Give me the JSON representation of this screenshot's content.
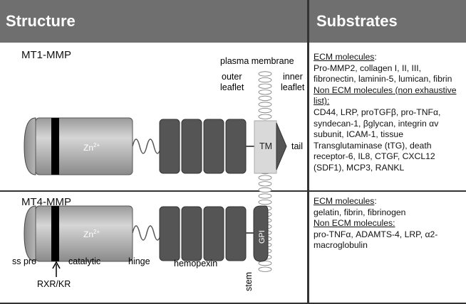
{
  "header": {
    "structure": "Structure",
    "substrates": "Substrates"
  },
  "mt1": {
    "name": "MT1-MMP",
    "membrane_label": "plasma membrane",
    "outer_leaflet": [
      "outer",
      "leaflet"
    ],
    "inner_leaflet": [
      "inner",
      "leaflet"
    ],
    "zinc": "Zn",
    "zinc_sup": "2+",
    "tm": "TM",
    "tail": "tail"
  },
  "mt4": {
    "name": "MT4-MMP",
    "zinc": "Zn",
    "zinc_sup": "2+",
    "gpi": "GPI",
    "labels": {
      "ss_pro": "ss pro",
      "catalytic": "catalytic",
      "hinge": "hinge",
      "hemopexin": "hemopexin",
      "stem": "stem",
      "rxr": "RXR/KR"
    }
  },
  "substrates_mt1": {
    "ecm_heading": "ECM molecules",
    "ecm_text": "Pro-MMP2, collagen  I, II, III, fibronectin, laminin-5, lumican, fibrin",
    "non_ecm_heading": "Non ECM molecules (non exhaustive list):",
    "non_ecm_text": "CD44, LRP, proTGFβ, pro-TNFα, syndecan-1, βglycan, integrin αv subunit, ICAM-1, tissue Transglutaminase (tTG), death receptor-6,  IL8, CTGF, CXCL12 (SDF1), MCP3, RANKL"
  },
  "substrates_mt4": {
    "ecm_heading": "ECM molecules",
    "ecm_text": "gelatin, fibrin, fibrinogen",
    "non_ecm_heading": "Non ECM molecules:",
    "non_ecm_text": "pro-TNFα, ADAMTS-4, LRP, α2-macroglobulin"
  },
  "colors": {
    "header_bg": "#6f6f6f",
    "dark_domain": "#4a4a4a",
    "tm_bg": "#d9d9d9"
  }
}
